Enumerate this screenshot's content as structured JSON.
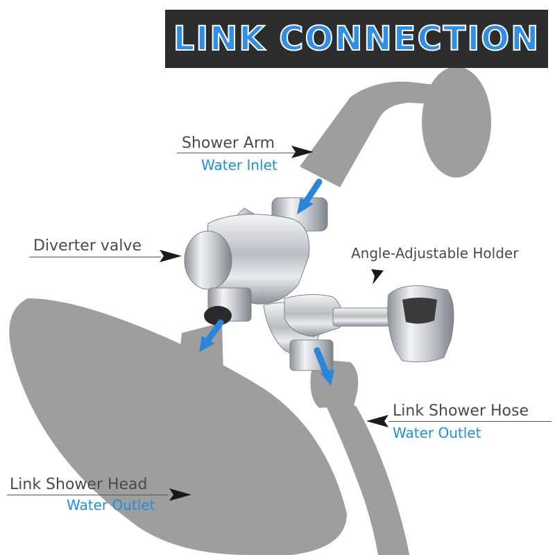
{
  "title": "LINK CONNECTION",
  "labels": {
    "shower_arm": "Shower Arm",
    "shower_arm_sub": "Water Inlet",
    "diverter": "Diverter valve",
    "holder": "Angle-Adjustable Holder",
    "hose": "Link Shower Hose",
    "hose_sub": "Water Outlet",
    "head": "Link Shower Head",
    "head_sub": "Water Outlet"
  },
  "colors": {
    "banner_bg": "#2c2d2f",
    "title_blue": "#2f8fe6",
    "silhouette_gray": "#a09d9e",
    "label_gray": "#4a4a4a",
    "accent_blue": "#1e8fe0",
    "chrome": "#c9ccd0"
  },
  "icons": [
    "flow-arrow-icon",
    "pointer-arrow-icon"
  ]
}
